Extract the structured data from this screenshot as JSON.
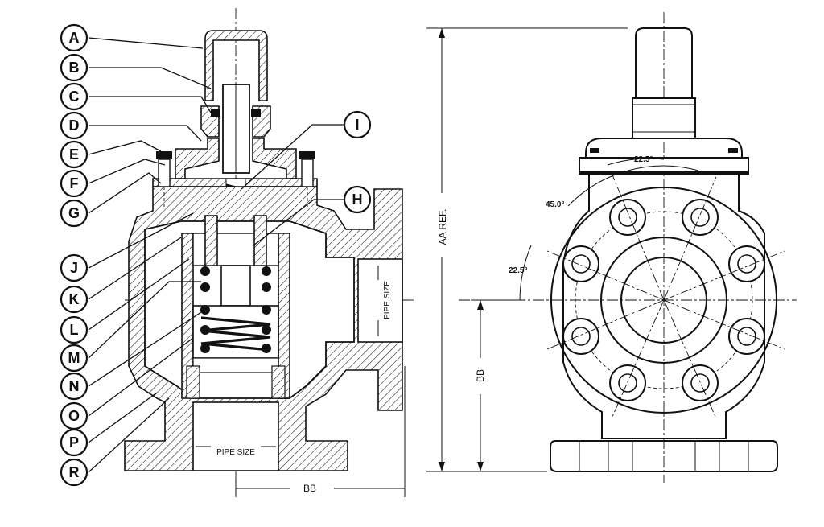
{
  "callouts": {
    "left": [
      "A",
      "B",
      "C",
      "D",
      "E",
      "F",
      "G",
      "J",
      "K",
      "L",
      "M",
      "N",
      "O",
      "P",
      "R"
    ],
    "right": [
      "I",
      "H"
    ]
  },
  "dimensions": {
    "pipe_size_vertical": "PIPE SIZE",
    "pipe_size_horizontal": "PIPE SIZE",
    "bb_bottom": "BB",
    "aa_ref": "AA REF.",
    "bb_side": "BB"
  },
  "angles": {
    "top": "22.5°",
    "middle": "45.0°",
    "left": "22.5°"
  }
}
